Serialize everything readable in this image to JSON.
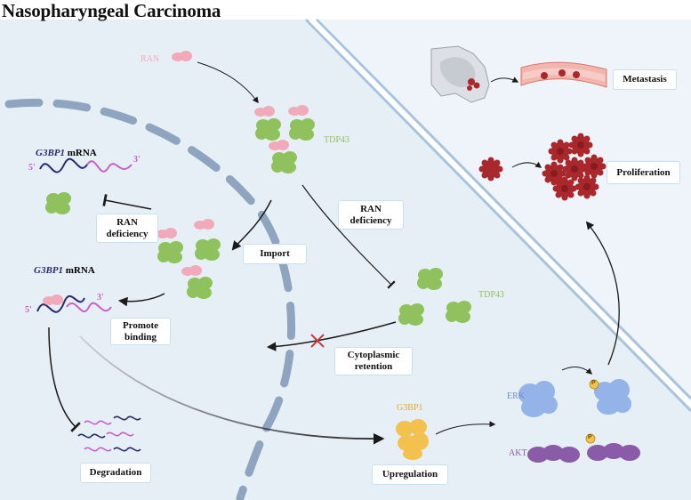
{
  "title": "Nasopharyngeal Carcinoma",
  "proteins": {
    "ran": "RAN",
    "tdp43_top": "TDP43",
    "tdp43_right": "TDP43",
    "g3bp1": "G3BP1",
    "erk": "ERK",
    "akt": "AKT"
  },
  "mrna": {
    "top_gene": "G3BP1",
    "top_suffix": " mRNA",
    "mid_gene": "G3BP1",
    "mid_suffix": " mRNA",
    "five_prime": "5'",
    "three_prime": "3'"
  },
  "boxes": {
    "ran_deficiency_left": "RAN deficiency",
    "import": "Import",
    "ran_deficiency_right": "RAN deficiency",
    "promote_binding": "Promote binding",
    "cytoplasmic_retention": "Cytoplasmic retention",
    "degradation": "Degradation",
    "upregulation": "Upregulation",
    "metastasis": "Metastasis",
    "proliferation": "Proliferation"
  },
  "phospho": "P",
  "colors": {
    "cell_bg": "#e7eff6",
    "nuclear_envelope": "#8fa4bf",
    "membrane": "#a9c3dd",
    "ran": "#f2a9b9",
    "tdp43": "#8fc15c",
    "g3bp1": "#f2c14e",
    "erk": "#94b3e8",
    "akt": "#8a5ba8",
    "tumor": "#a8282c"
  }
}
